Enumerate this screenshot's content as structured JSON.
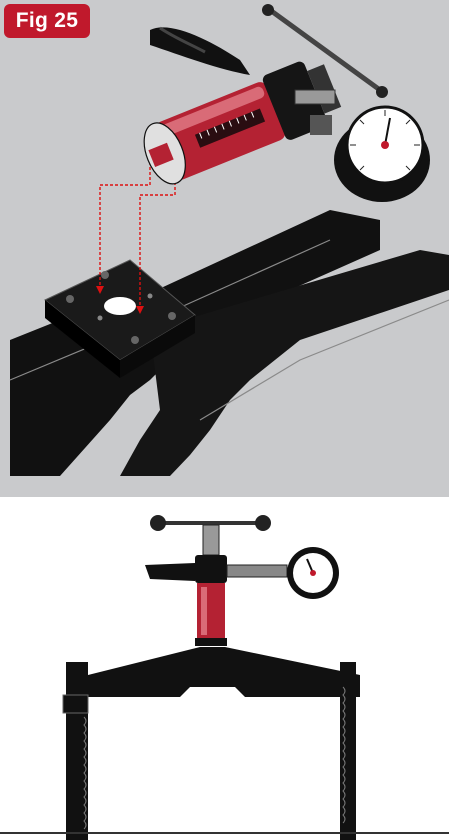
{
  "figure": {
    "label": "Fig 25"
  },
  "colors": {
    "accent": "#c0192c",
    "background": "#c9cacc",
    "ink": "#111111"
  },
  "illustrations": [
    {
      "name": "tool-on-fixture-isometric",
      "icon": "hydraulic-tensioner-icon"
    },
    {
      "name": "tool-on-fixture-side-view",
      "icon": "hydraulic-tensioner-icon"
    }
  ]
}
